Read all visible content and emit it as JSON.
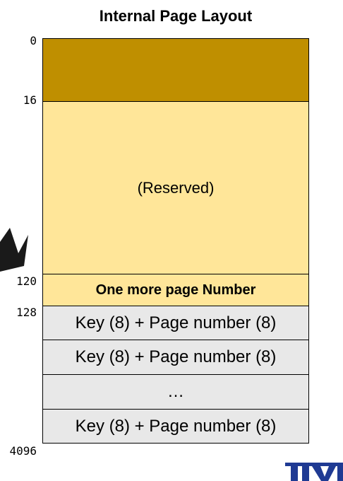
{
  "title": "Internal Page Layout",
  "offsets": {
    "o0": "0",
    "o16": "16",
    "o120": "120",
    "o128": "128",
    "o4096": "4096"
  },
  "blocks": {
    "header": "",
    "reserved": "(Reserved)",
    "one_more": "One more page Number",
    "entry1": "Key (8) + Page number (8)",
    "entry2": "Key (8) + Page number (8)",
    "ellipsis": "…",
    "entry3": "Key (8) + Page number (8)"
  },
  "colors": {
    "header": "#bf8f00",
    "reserved": "#ffe699",
    "entries": "#e8e8e8",
    "logo": "#1f3a93"
  },
  "icons": {
    "arrow": "dark-arrow-shape",
    "logo": "institution-logo"
  }
}
